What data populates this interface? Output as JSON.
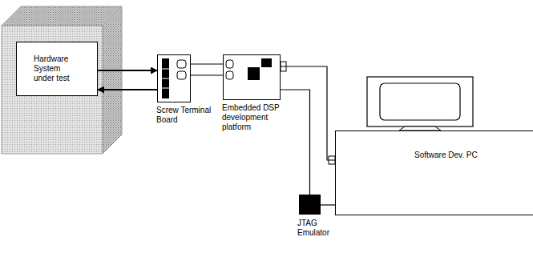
{
  "diagram": {
    "nodes": [
      {
        "text": [
          "Hardware System under test"
        ]
      },
      {
        "text": [
          "Screw Terminal Board"
        ]
      },
      {
        "text": [
          "Embedded DSP development platform"
        ]
      },
      {
        "text": [
          "Software Dev. PC"
        ]
      },
      {
        "text": [
          "JTAG Emulator"
        ]
      }
    ],
    "edges": [
      {
        "from": 0,
        "to": 1,
        "arrow": "to"
      },
      {
        "from": 1,
        "to": 0,
        "arrow": "to"
      },
      {
        "from": 1,
        "to": 2,
        "arrow": "none"
      },
      {
        "from": 1,
        "to": 2,
        "arrow": "none"
      },
      {
        "from": 2,
        "to": 3,
        "arrow": "none"
      },
      {
        "from": 2,
        "to": 4,
        "arrow": "none"
      },
      {
        "from": 4,
        "to": 3,
        "arrow": "none"
      }
    ]
  }
}
